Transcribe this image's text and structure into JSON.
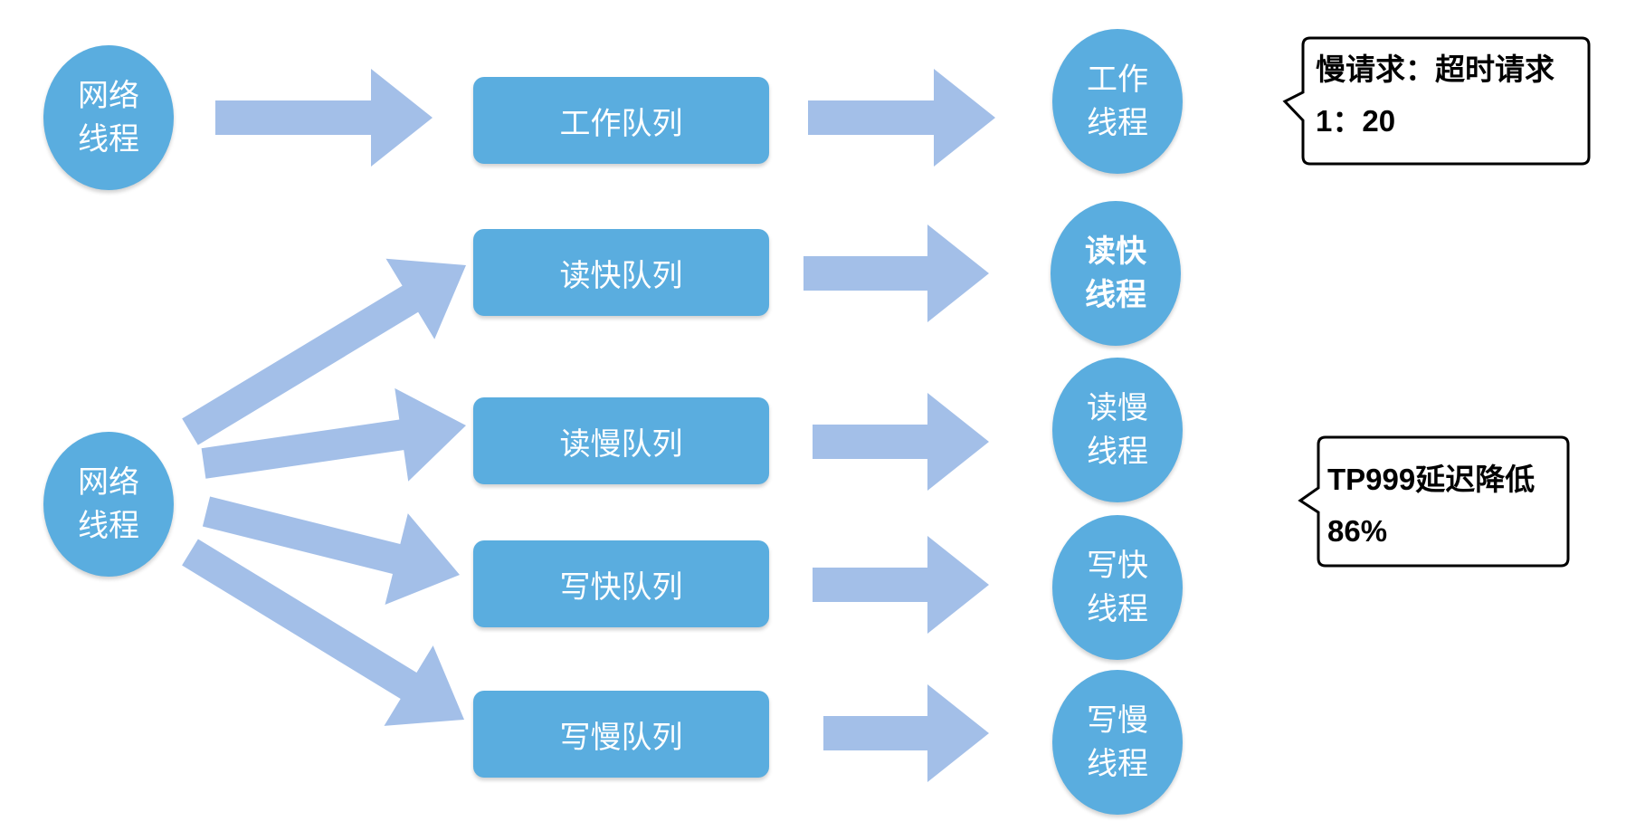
{
  "source_nodes": [
    {
      "line1": "网络",
      "line2": "线程"
    },
    {
      "line1": "网络",
      "line2": "线程"
    }
  ],
  "queues": [
    {
      "label": "工作队列"
    },
    {
      "label": "读快队列"
    },
    {
      "label": "读慢队列"
    },
    {
      "label": "写快队列"
    },
    {
      "label": "写慢队列"
    }
  ],
  "worker_threads": [
    {
      "line1": "工作",
      "line2": "线程"
    },
    {
      "line1": "读快",
      "line2": "线程"
    },
    {
      "line1": "读慢",
      "line2": "线程"
    },
    {
      "line1": "写快",
      "line2": "线程"
    },
    {
      "line1": "写慢",
      "line2": "线程"
    }
  ],
  "callouts": {
    "top": {
      "line1": "慢请求：超时请求",
      "line2": "1：20"
    },
    "bottom": {
      "line1": "TP999延迟降低",
      "line2": "86%"
    }
  },
  "colors": {
    "node_fill": "#5aaddf",
    "arrow_fill": "#a3bfe8",
    "text_on_node": "#ffffff",
    "callout_border": "#000000"
  }
}
